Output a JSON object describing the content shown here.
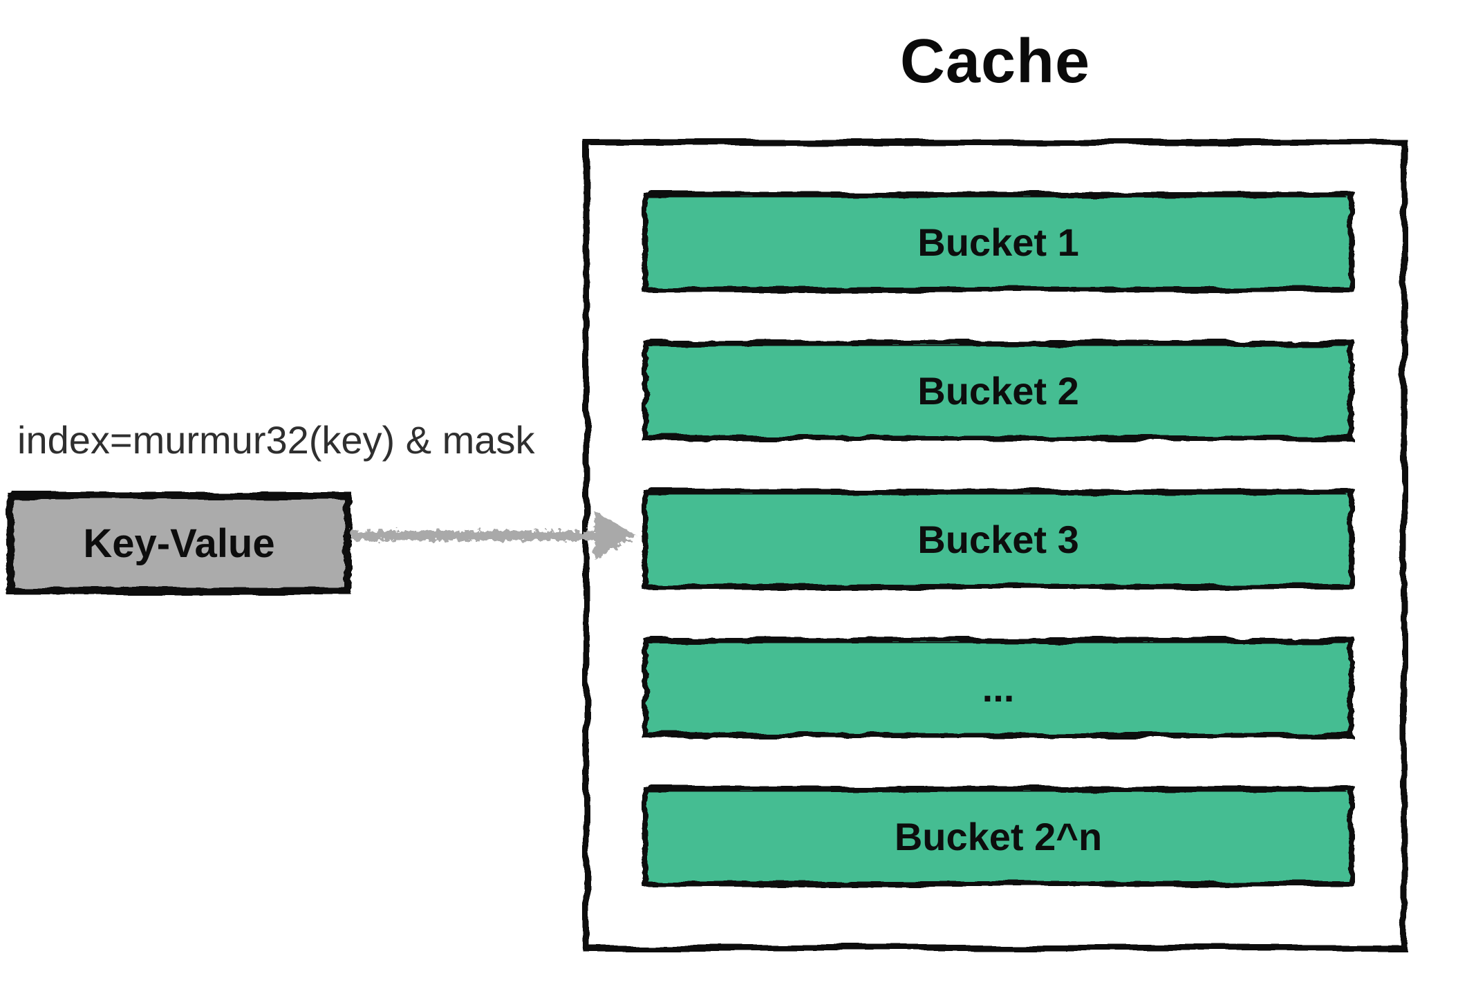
{
  "diagram": {
    "title": "Cache",
    "formula_label": "index=murmur32(key) & mask",
    "key_value": {
      "label": "Key-Value"
    },
    "buckets": [
      {
        "label": "Bucket 1"
      },
      {
        "label": "Bucket 2"
      },
      {
        "label": "Bucket 3"
      },
      {
        "label": "..."
      },
      {
        "label": "Bucket 2^n"
      }
    ],
    "arrow": {
      "from": "Key-Value",
      "to": "Bucket 3"
    },
    "colors": {
      "bucket_fill": "#45bd92",
      "key_value_fill": "#ababab",
      "arrow": "#a9a9a9",
      "stroke": "#0d0d0d",
      "box_fill": "#ffffff",
      "formula_text": "#2f2f2f",
      "background": "#ffffff"
    }
  }
}
